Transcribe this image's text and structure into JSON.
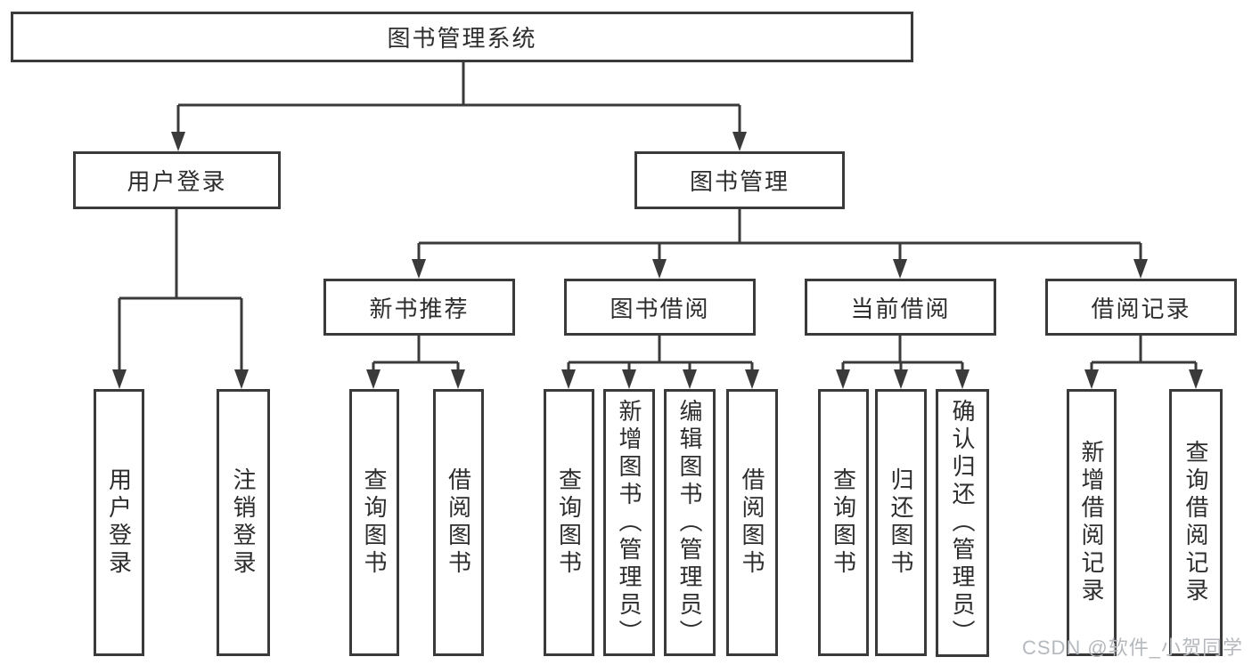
{
  "diagram": {
    "title": "图书管理系统",
    "nodes": [
      {
        "id": "root",
        "label": "图书管理系统",
        "level": 1
      },
      {
        "id": "user-login",
        "label": "用户登录",
        "level": 2
      },
      {
        "id": "book-mgmt",
        "label": "图书管理",
        "level": 2
      },
      {
        "id": "new-books",
        "label": "新书推荐",
        "level": 3
      },
      {
        "id": "book-borrow",
        "label": "图书借阅",
        "level": 3
      },
      {
        "id": "current-borrow",
        "label": "当前借阅",
        "level": 3
      },
      {
        "id": "borrow-records",
        "label": "借阅记录",
        "level": 3
      },
      {
        "id": "leaf-user-login",
        "label": "用户登录",
        "level": 4
      },
      {
        "id": "leaf-logout",
        "label": "注销登录",
        "level": 4
      },
      {
        "id": "leaf-newbook-query",
        "label": "查询图书",
        "level": 4
      },
      {
        "id": "leaf-newbook-borrow",
        "label": "借阅图书",
        "level": 4
      },
      {
        "id": "leaf-borrow-query",
        "label": "查询图书",
        "level": 4
      },
      {
        "id": "leaf-borrow-add",
        "label": "新增图书（管理员）",
        "level": 4
      },
      {
        "id": "leaf-borrow-edit",
        "label": "编辑图书（管理员）",
        "level": 4
      },
      {
        "id": "leaf-borrow-borrow",
        "label": "借阅图书",
        "level": 4
      },
      {
        "id": "leaf-current-query",
        "label": "查询图书",
        "level": 4
      },
      {
        "id": "leaf-current-return",
        "label": "归还图书",
        "level": 4
      },
      {
        "id": "leaf-current-confirm",
        "label": "确认归还（管理员）",
        "level": 4
      },
      {
        "id": "leaf-records-add",
        "label": "新增借阅记录",
        "level": 4
      },
      {
        "id": "leaf-records-query",
        "label": "查询借阅记录",
        "level": 4
      }
    ],
    "edges": [
      [
        "root",
        "user-login"
      ],
      [
        "root",
        "book-mgmt"
      ],
      [
        "user-login",
        "leaf-user-login"
      ],
      [
        "user-login",
        "leaf-logout"
      ],
      [
        "book-mgmt",
        "new-books"
      ],
      [
        "book-mgmt",
        "book-borrow"
      ],
      [
        "book-mgmt",
        "current-borrow"
      ],
      [
        "book-mgmt",
        "borrow-records"
      ],
      [
        "new-books",
        "leaf-newbook-query"
      ],
      [
        "new-books",
        "leaf-newbook-borrow"
      ],
      [
        "book-borrow",
        "leaf-borrow-query"
      ],
      [
        "book-borrow",
        "leaf-borrow-add"
      ],
      [
        "book-borrow",
        "leaf-borrow-edit"
      ],
      [
        "book-borrow",
        "leaf-borrow-borrow"
      ],
      [
        "current-borrow",
        "leaf-current-query"
      ],
      [
        "current-borrow",
        "leaf-current-return"
      ],
      [
        "current-borrow",
        "leaf-current-confirm"
      ],
      [
        "borrow-records",
        "leaf-records-add"
      ],
      [
        "borrow-records",
        "leaf-records-query"
      ]
    ]
  },
  "watermark": "CSDN @软件_小贺同学",
  "colors": {
    "line": "#3a3a3a",
    "box_border": "#3a3a3a",
    "box_fill": "#ffffff",
    "text": "#2d2d2d",
    "background": "#ffffff",
    "watermark": "#b5b9bd"
  }
}
